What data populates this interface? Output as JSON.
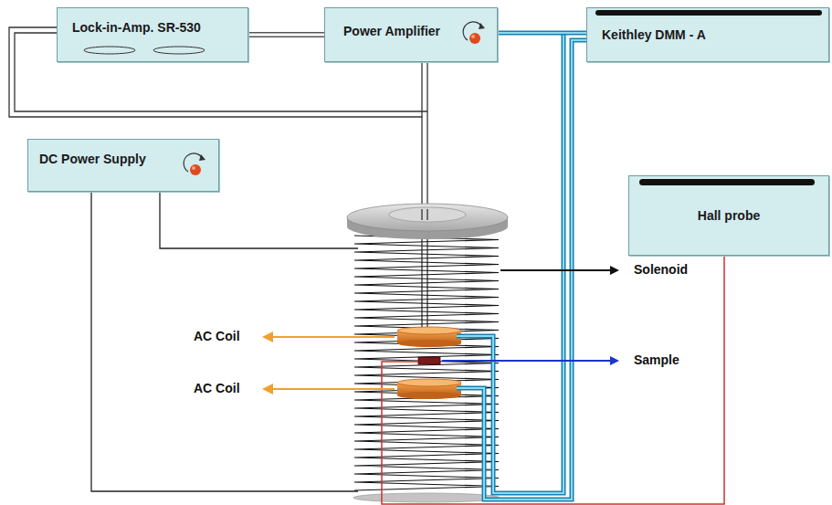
{
  "diagram": {
    "nodes": [
      {
        "text": [
          "Lock-in-Amp. SR-530"
        ]
      },
      {
        "text": [
          "Power Amplifier"
        ]
      },
      {
        "text": [
          "Keithley DMM - A"
        ]
      },
      {
        "text": [
          "DC Power Supply"
        ]
      },
      {
        "text": [
          "Hall probe"
        ]
      }
    ],
    "edges": [
      {
        "from": 0,
        "to": 1,
        "arrow": "none"
      },
      {
        "from": 1,
        "to": 2,
        "arrow": "none"
      }
    ],
    "labels": [
      "Solenoid",
      "Sample",
      "AC Coil",
      "AC Coil"
    ]
  }
}
